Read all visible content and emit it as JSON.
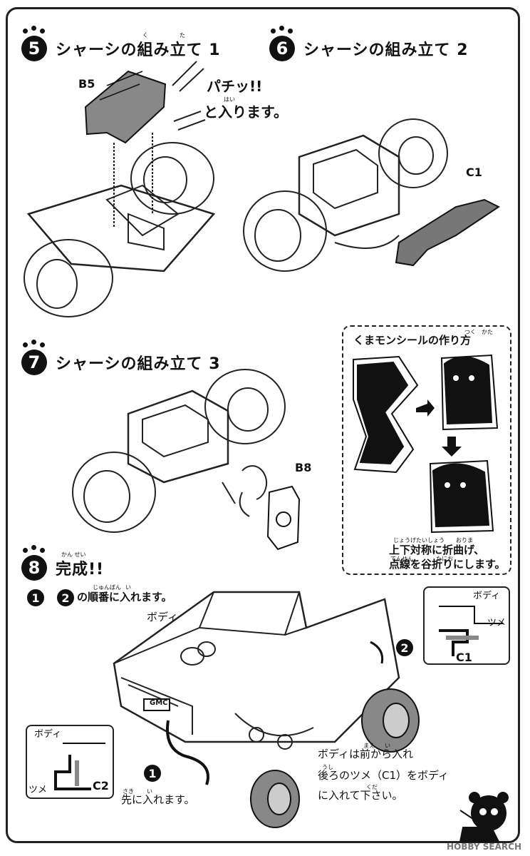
{
  "steps": {
    "s5": {
      "num": "5",
      "title": "シャーシの組み立て 1"
    },
    "s6": {
      "num": "6",
      "title": "シャーシの組み立て 2"
    },
    "s7": {
      "num": "7",
      "title": "シャーシの組み立て 3"
    },
    "s8": {
      "num": "8",
      "title": "完成!!"
    }
  },
  "ruby": {
    "kumi": "く",
    "ta": "た",
    "hai": "はい",
    "kansei": "かん せい",
    "junban": "じゅんばん",
    "i": "い",
    "tsuku": "つく",
    "kata": "かた",
    "joge_taisho": "じょうげたいしょう",
    "orima": "おりま",
    "tensen": "てんせん",
    "tani_o": "たにお",
    "mae": "まえ",
    "i2": "い",
    "ushi": "うし",
    "kuda": "くだ",
    "saki": "さき",
    "i3": "い"
  },
  "step5": {
    "part": "B5",
    "sound": "パチッ!!",
    "note": "と入ります。"
  },
  "step6": {
    "part": "C1"
  },
  "step7": {
    "part": "B8"
  },
  "sticker": {
    "title": "くまモンシールの作り方",
    "line1": "上下対称に折曲げ、",
    "line2": "点線を谷折りにします。"
  },
  "step8": {
    "order": "の順番に入れます。",
    "body_label": "ボディ",
    "inset_right": {
      "body": "ボディ",
      "tab": "ツメ",
      "part": "C1"
    },
    "inset_left": {
      "body": "ボディ",
      "tab": "ツメ",
      "part": "C2"
    },
    "bullet1": "1",
    "bullet2": "2",
    "bullet_tag1": "1",
    "bullet_tag2": "2",
    "front_note": "先に入れます。",
    "instr1": "ボディは前から入れ",
    "instr2": "後ろのツメ（C1）をボディ",
    "instr3": "に入れて下さい。",
    "grille": "GMC"
  },
  "watermark": "HOBBY SEARCH"
}
